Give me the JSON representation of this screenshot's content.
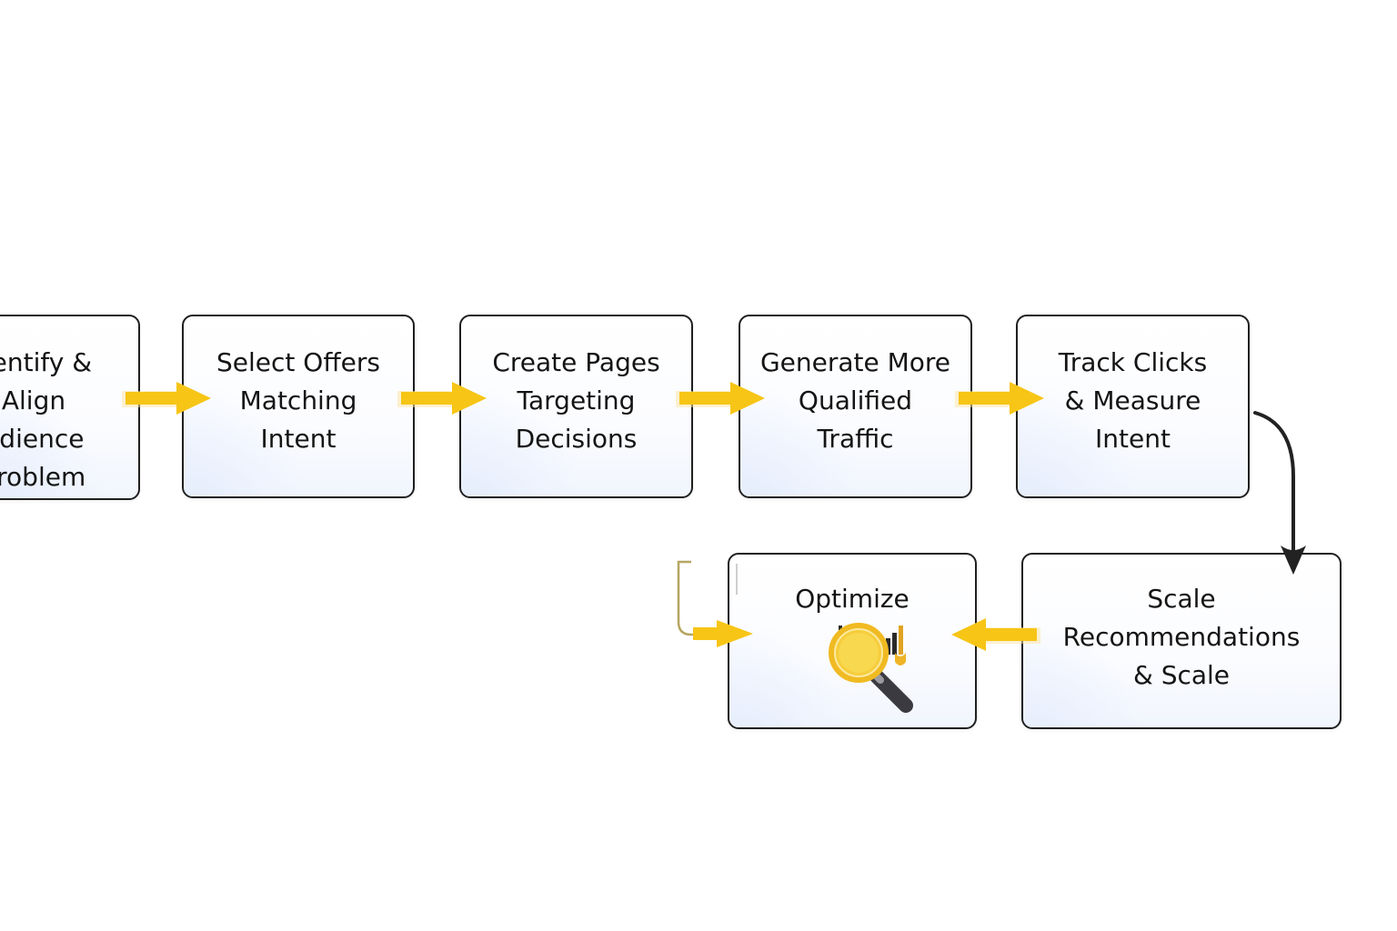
{
  "colors": {
    "arrow": "#f7c516",
    "arrow_shade": "#fbe3a0",
    "connector": "#222222",
    "border": "#1f1f1f",
    "magnifier_lens": "#f4c430",
    "magnifier_handle": "#3a3a40"
  },
  "steps": [
    {
      "label": "dentify &\nAlign\nudience\nProblem"
    },
    {
      "label": "Select Offers\nMatching\nIntent"
    },
    {
      "label": "Create Pages\nTargeting\nDecisions"
    },
    {
      "label": "Generate More\nQualified\nTraffic"
    },
    {
      "label": "Track Clicks\n& Measure\nIntent"
    },
    {
      "label": "Scale\nRecommendations\n& Scale"
    },
    {
      "label": "Optimize",
      "icon": "magnifier-chart-icon"
    }
  ]
}
